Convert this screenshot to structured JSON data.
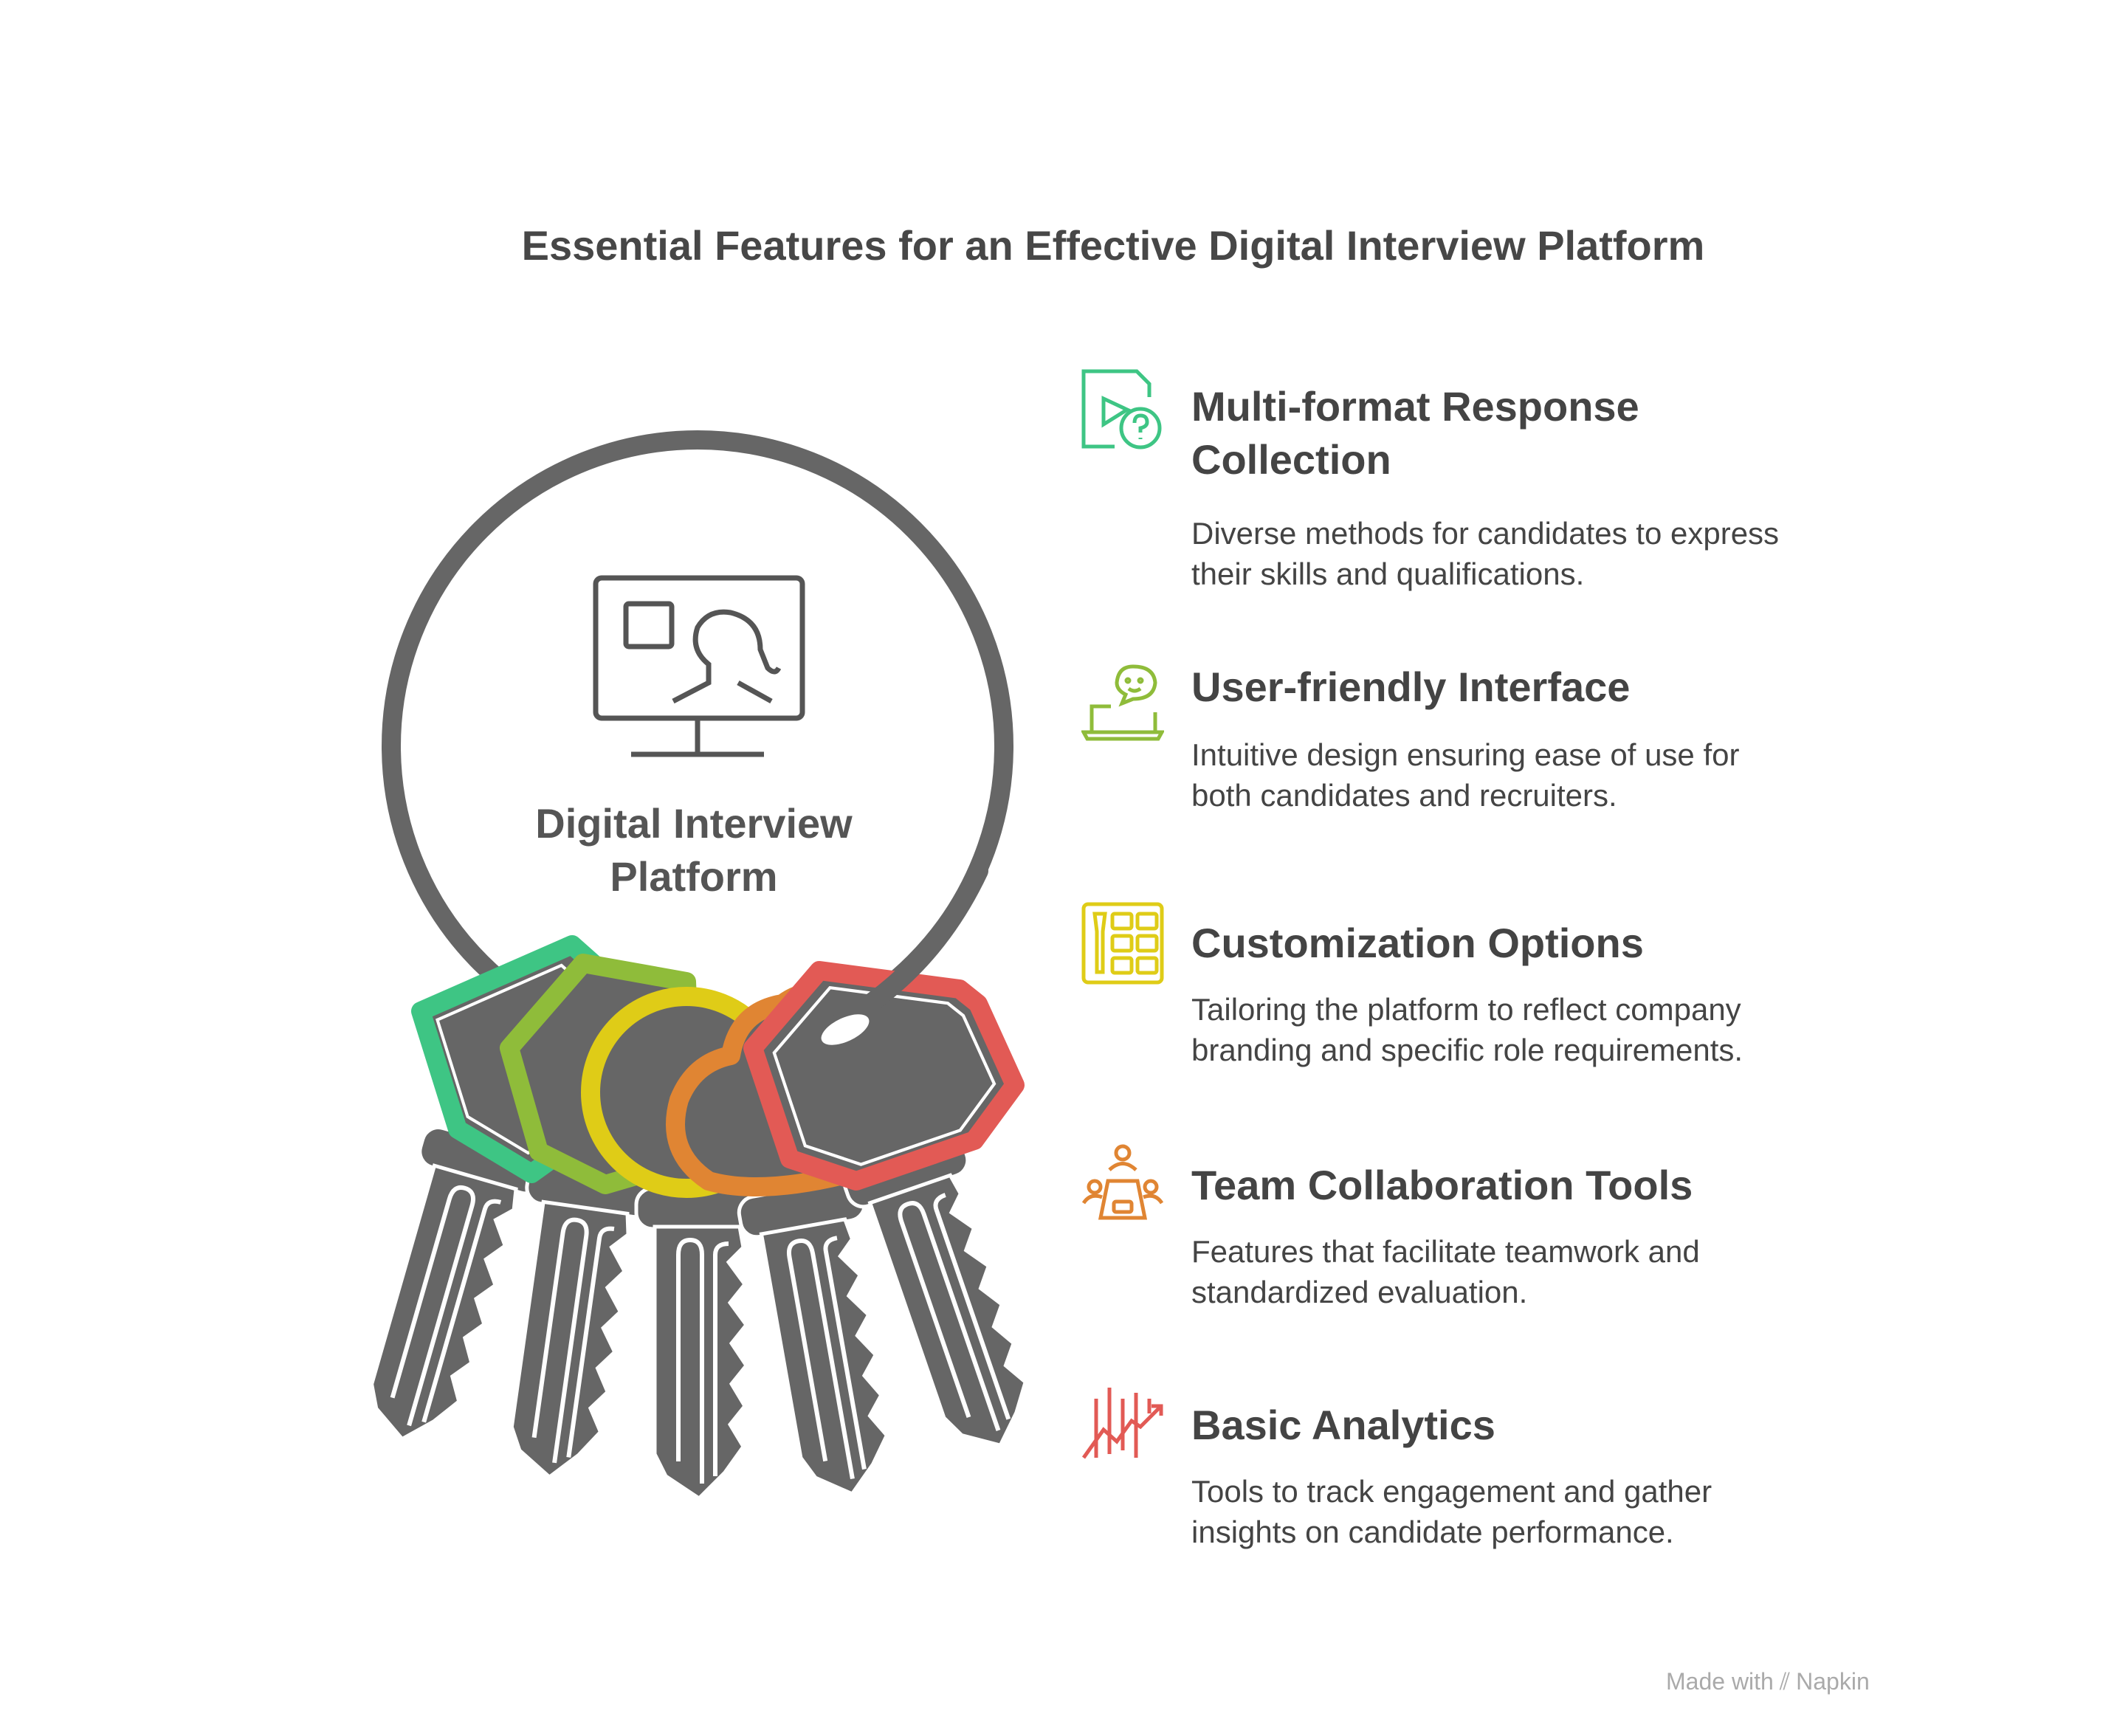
{
  "title": "Essential Features for an Effective Digital Interview Platform",
  "center": {
    "label_line1": "Digital Interview",
    "label_line2": "Platform",
    "icon": "monitor-video-call-icon"
  },
  "colors": {
    "green": "#3ec584",
    "lime": "#8fbc3a",
    "yellow": "#dfcc17",
    "orange": "#e08533",
    "red": "#e25a55",
    "gray": "#666666"
  },
  "features": [
    {
      "title_line1": "Multi-format Response",
      "title_line2": "Collection",
      "description_line1": "Diverse methods for candidates to express",
      "description_line2": "their skills and qualifications.",
      "icon": "video-question-file-icon"
    },
    {
      "title_line1": "User-friendly Interface",
      "description_line1": "Intuitive design ensuring ease of use for",
      "description_line2": "both candidates and recruiters.",
      "icon": "laptop-smiley-chat-icon"
    },
    {
      "title_line1": "Customization Options",
      "description_line1": "Tailoring the platform to reflect company",
      "description_line2": "branding and specific role requirements.",
      "icon": "settings-panel-icon"
    },
    {
      "title_line1": "Team Collaboration Tools",
      "description_line1": "Features that facilitate teamwork and",
      "description_line2": "standardized evaluation.",
      "icon": "team-meeting-icon"
    },
    {
      "title_line1": "Basic Analytics",
      "description_line1": "Tools to track engagement and gather",
      "description_line2": "insights on candidate performance.",
      "icon": "analytics-chart-icon"
    }
  ],
  "footer": {
    "made_with": "Made with",
    "brand": "Napkin"
  }
}
